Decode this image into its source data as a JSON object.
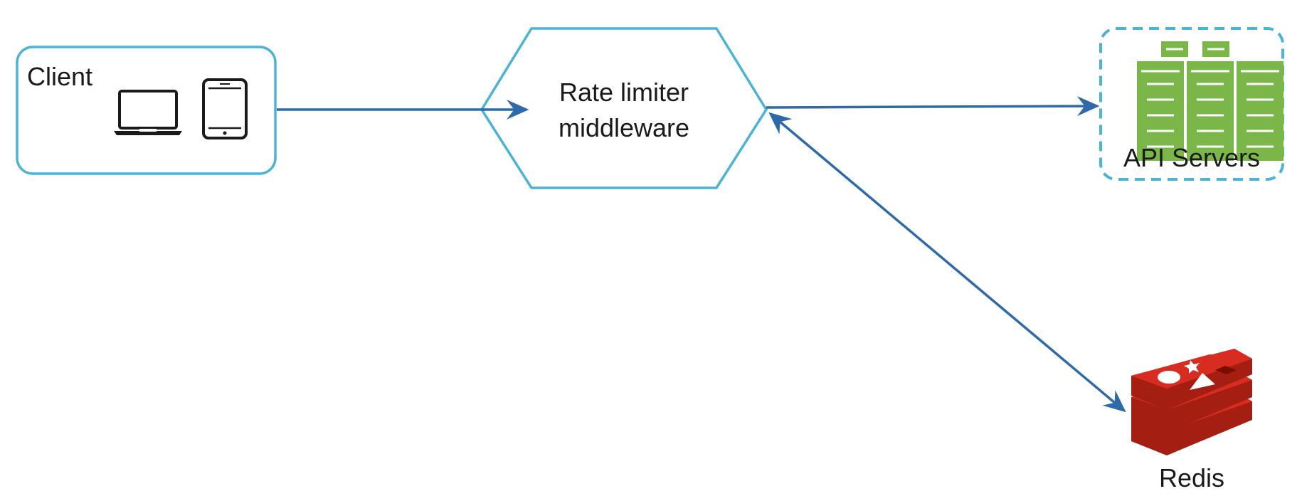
{
  "nodes": {
    "client": {
      "label": "Client"
    },
    "rate_limiter": {
      "line1": "Rate limiter",
      "line2": "middleware"
    },
    "api_servers": {
      "label": "API Servers"
    },
    "redis": {
      "label": "Redis"
    }
  },
  "edges": [
    {
      "from": "Client",
      "to": "Rate limiter middleware",
      "direction": "one-way"
    },
    {
      "from": "Rate limiter middleware",
      "to": "API Servers",
      "direction": "one-way"
    },
    {
      "from": "Rate limiter middleware",
      "to": "Redis",
      "direction": "two-way"
    }
  ],
  "colors": {
    "node_border": "#4bb3d6",
    "arrow": "#2e6aa9",
    "server_green": "#7ab648",
    "redis_red": "#c6302b",
    "text": "#1a1a1a"
  },
  "icons": {
    "client": [
      "laptop-icon",
      "tablet-icon"
    ],
    "api_servers": "server-rack-icon",
    "redis": "redis-logo-icon"
  }
}
